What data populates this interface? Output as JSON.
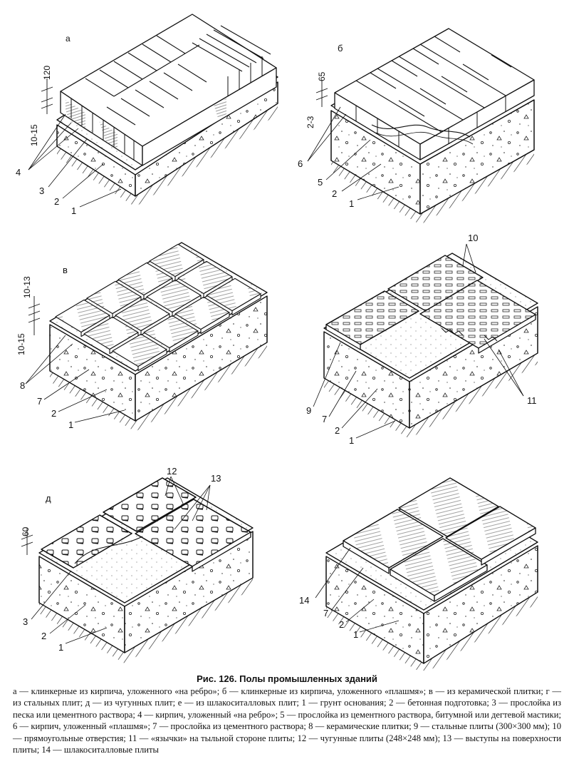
{
  "panel_letters": {
    "a": "а",
    "b": "б",
    "v": "в",
    "d": "д"
  },
  "panel_a": {
    "dims": [
      "120",
      "10-15"
    ],
    "callouts": [
      "4",
      "3",
      "2",
      "1"
    ]
  },
  "panel_b": {
    "dims": [
      "65",
      "2-3"
    ],
    "callouts": [
      "6",
      "5",
      "2",
      "1"
    ]
  },
  "panel_v": {
    "dims": [
      "10-13",
      "10-15"
    ],
    "callouts": [
      "8",
      "7",
      "2",
      "1"
    ]
  },
  "panel_g": {
    "callouts": [
      "10",
      "9",
      "7",
      "2",
      "1",
      "11"
    ]
  },
  "panel_d": {
    "dims": [
      "60"
    ],
    "callouts": [
      "12",
      "13",
      "3",
      "2",
      "1"
    ]
  },
  "panel_e": {
    "callouts": [
      "14",
      "7",
      "2",
      "1"
    ]
  },
  "caption": {
    "title": "Рис. 126. Полы промышленных зданий",
    "body": "а — клинкерные из кирпича, уложенного «на ребро»; б — клинкерные из кирпича, уложенного «плашмя»; в — из керамической плитки; г — из стальных плит; д — из чугунных плит; е — из шлакоситалловых плит; 1 — грунт основания; 2 — бетонная подготовка; 3 — прослойка из песка или цементного раствора; 4 — кирпич, уложенный «на ребро»; 5 — прослойка из цементного раствора, битумной или дегтевой мастики; 6 — кирпич, уложенный «плашмя»; 7 — прослойка из цементного раствора; 8 — керамические плитки; 9 — стальные плиты (300×300 мм); 10 — прямоугольные отверстия; 11 — «язычки» на тыльной стороне плиты; 12 — чугунные плиты (248×248 мм); 13 — выступы на поверхности плиты; 14 — шлакоситалловые плиты"
  }
}
